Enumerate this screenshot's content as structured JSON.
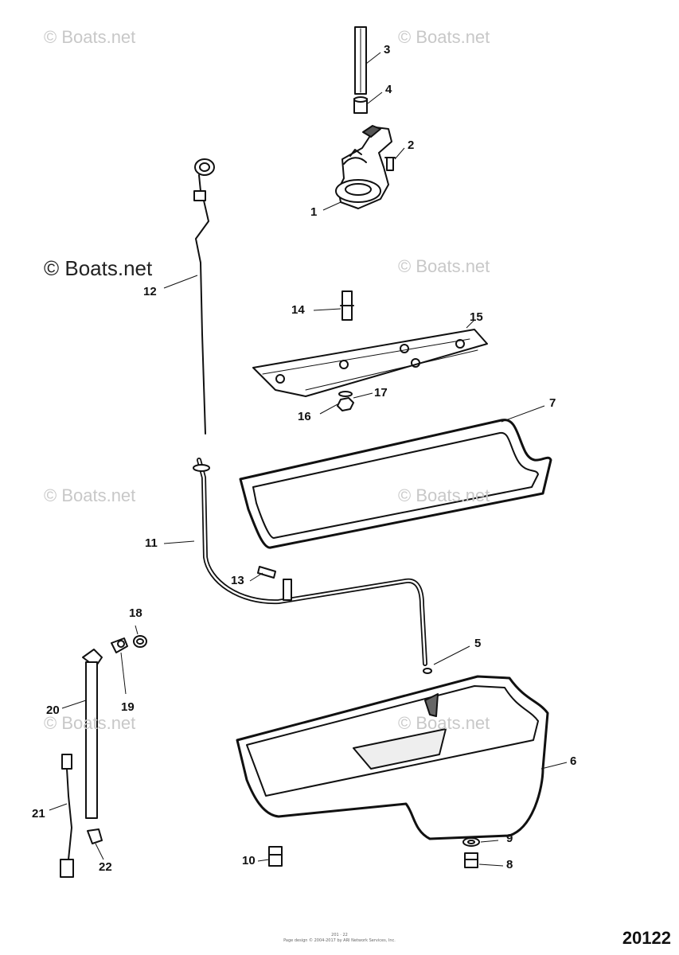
{
  "watermarks": {
    "faint": "© Boats.net",
    "dark": "© Boats.net"
  },
  "callouts": [
    "1",
    "2",
    "3",
    "4",
    "5",
    "6",
    "7",
    "8",
    "9",
    "10",
    "11",
    "12",
    "13",
    "14",
    "15",
    "16",
    "17",
    "18",
    "19",
    "20",
    "21",
    "22"
  ],
  "diagram_id": "20122",
  "footer": {
    "line1": "201 · 22",
    "line2": "Page design © 2004-2017 by ARI Network Services, Inc."
  }
}
